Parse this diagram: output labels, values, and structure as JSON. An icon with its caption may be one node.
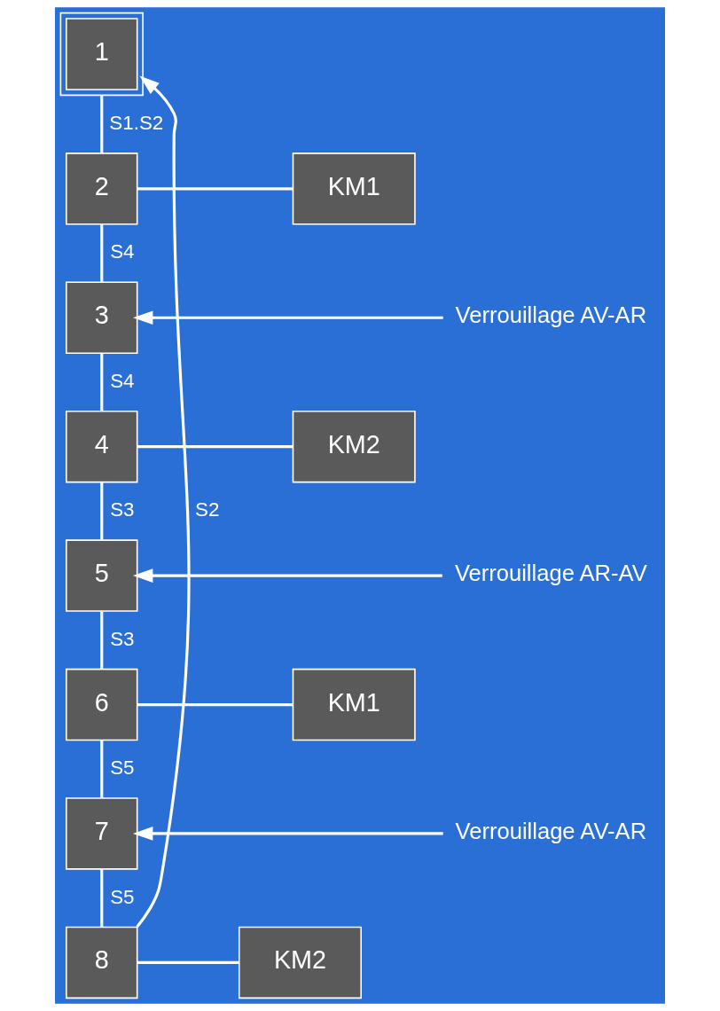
{
  "diagram": {
    "nodes": [
      {
        "text": [
          "1"
        ]
      },
      {
        "text": [
          "2"
        ]
      },
      {
        "text": [
          "KM1"
        ]
      },
      {
        "text": [
          "3"
        ]
      },
      {
        "text": [
          "Verrouillage AV-AR"
        ]
      },
      {
        "text": [
          "4"
        ]
      },
      {
        "text": [
          "KM2"
        ]
      },
      {
        "text": [
          "5"
        ]
      },
      {
        "text": [
          "Verrouillage AR-AV"
        ]
      },
      {
        "text": [
          "6"
        ]
      },
      {
        "text": [
          "KM1"
        ]
      },
      {
        "text": [
          "7"
        ]
      },
      {
        "text": [
          "Verrouillage AV-AR"
        ]
      },
      {
        "text": [
          "8"
        ]
      },
      {
        "text": [
          "KM2"
        ]
      }
    ],
    "edges": [
      {
        "from": 0,
        "to": 1,
        "label": "S1.S2",
        "arrow": "none"
      },
      {
        "from": 1,
        "to": 2,
        "arrow": "none"
      },
      {
        "from": 1,
        "to": 3,
        "label": "S4",
        "arrow": "none"
      },
      {
        "from": 4,
        "to": 3,
        "arrow": "to"
      },
      {
        "from": 3,
        "to": 5,
        "label": "S4",
        "arrow": "none"
      },
      {
        "from": 5,
        "to": 6,
        "arrow": "none"
      },
      {
        "from": 5,
        "to": 7,
        "label": "S3",
        "arrow": "none"
      },
      {
        "from": 8,
        "to": 7,
        "arrow": "to"
      },
      {
        "from": 7,
        "to": 9,
        "label": "S3",
        "arrow": "none"
      },
      {
        "from": 9,
        "to": 10,
        "arrow": "none"
      },
      {
        "from": 9,
        "to": 11,
        "label": "S5",
        "arrow": "none"
      },
      {
        "from": 12,
        "to": 11,
        "arrow": "to"
      },
      {
        "from": 11,
        "to": 13,
        "label": "S5",
        "arrow": "none"
      },
      {
        "from": 13,
        "to": 14,
        "arrow": "none"
      },
      {
        "from": 13,
        "to": 0,
        "label": "S2",
        "arrow": "to"
      }
    ]
  }
}
